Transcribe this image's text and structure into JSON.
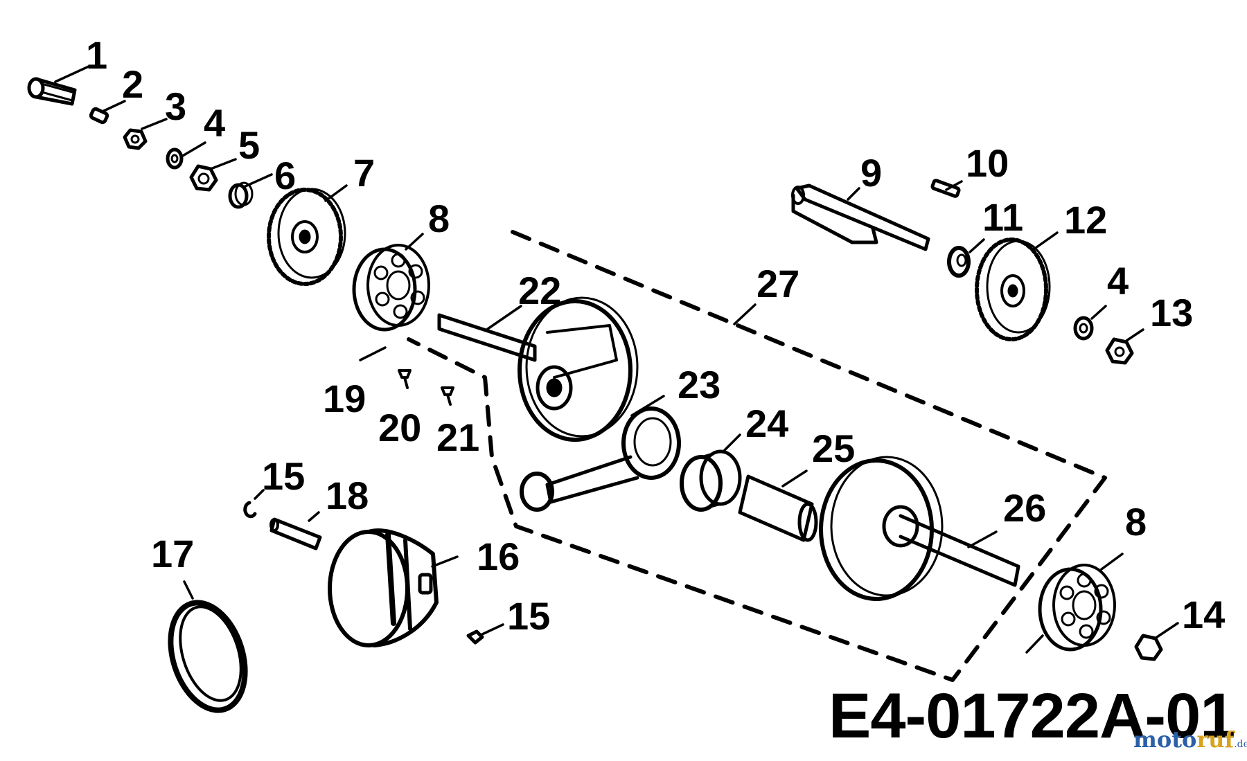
{
  "diagram": {
    "code": "E4-01722A-01",
    "watermark": {
      "part1": "moto",
      "part2": "ruf",
      "part3": ".de"
    },
    "callouts": [
      {
        "id": "c1",
        "label": "1"
      },
      {
        "id": "c2",
        "label": "2"
      },
      {
        "id": "c3",
        "label": "3"
      },
      {
        "id": "c4a",
        "label": "4"
      },
      {
        "id": "c5",
        "label": "5"
      },
      {
        "id": "c6",
        "label": "6"
      },
      {
        "id": "c7",
        "label": "7"
      },
      {
        "id": "c8a",
        "label": "8"
      },
      {
        "id": "c9",
        "label": "9"
      },
      {
        "id": "c10",
        "label": "10"
      },
      {
        "id": "c11",
        "label": "11"
      },
      {
        "id": "c12",
        "label": "12"
      },
      {
        "id": "c4b",
        "label": "4"
      },
      {
        "id": "c13",
        "label": "13"
      },
      {
        "id": "c27",
        "label": "27"
      },
      {
        "id": "c22",
        "label": "22"
      },
      {
        "id": "c19",
        "label": "19"
      },
      {
        "id": "c20",
        "label": "20"
      },
      {
        "id": "c21",
        "label": "21"
      },
      {
        "id": "c23",
        "label": "23"
      },
      {
        "id": "c24",
        "label": "24"
      },
      {
        "id": "c25",
        "label": "25"
      },
      {
        "id": "c26",
        "label": "26"
      },
      {
        "id": "c8b",
        "label": "8"
      },
      {
        "id": "c15a",
        "label": "15"
      },
      {
        "id": "c18",
        "label": "18"
      },
      {
        "id": "c17",
        "label": "17"
      },
      {
        "id": "c16",
        "label": "16"
      },
      {
        "id": "c15b",
        "label": "15"
      },
      {
        "id": "c14",
        "label": "14"
      }
    ]
  },
  "colors": {
    "ink": "#000000",
    "watermark_blue": "#2b5fa8",
    "watermark_gold": "#d9a21b"
  }
}
